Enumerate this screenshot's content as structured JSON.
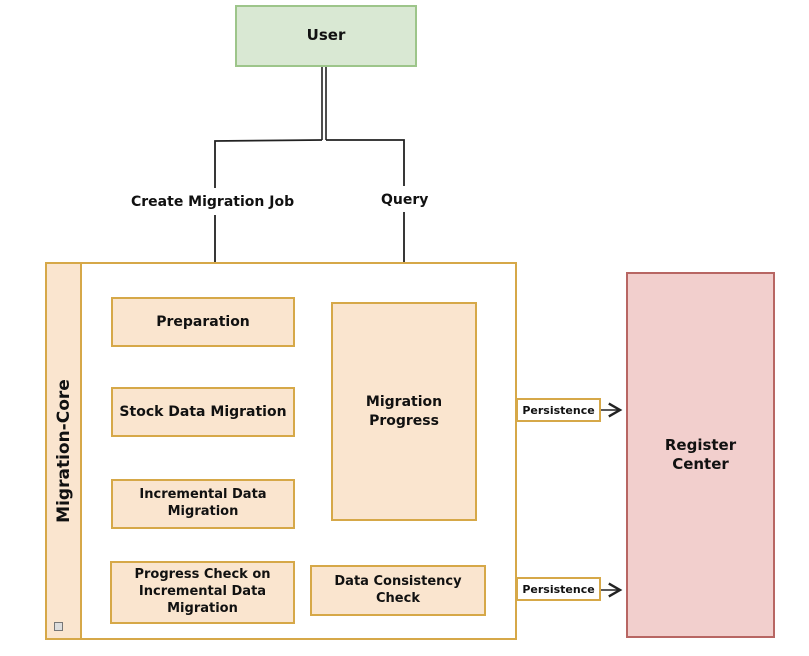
{
  "diagram": {
    "user": {
      "label": "User"
    },
    "edges": {
      "create_job_label": "Create Migration Job",
      "query_label": "Query"
    },
    "migration_core": {
      "title": "Migration-Core",
      "steps": [
        {
          "label": "Preparation"
        },
        {
          "label": "Stock Data Migration"
        },
        {
          "label": "Incremental Data Migration"
        },
        {
          "label": "Progress Check on Incremental Data Migration"
        }
      ],
      "progress": {
        "label": "Migration Progress"
      },
      "consistency": {
        "label": "Data Consistency Check"
      }
    },
    "persistence_labels": [
      "Persistence",
      "Persistence"
    ],
    "register_center": {
      "label": "Register Center"
    },
    "colors": {
      "user_fill": "#d9e8d3",
      "user_border": "#9dc58a",
      "core_fill": "#fae5cf",
      "core_border": "#d6a848",
      "register_fill": "#f2cfcd",
      "register_border": "#b86663"
    }
  }
}
